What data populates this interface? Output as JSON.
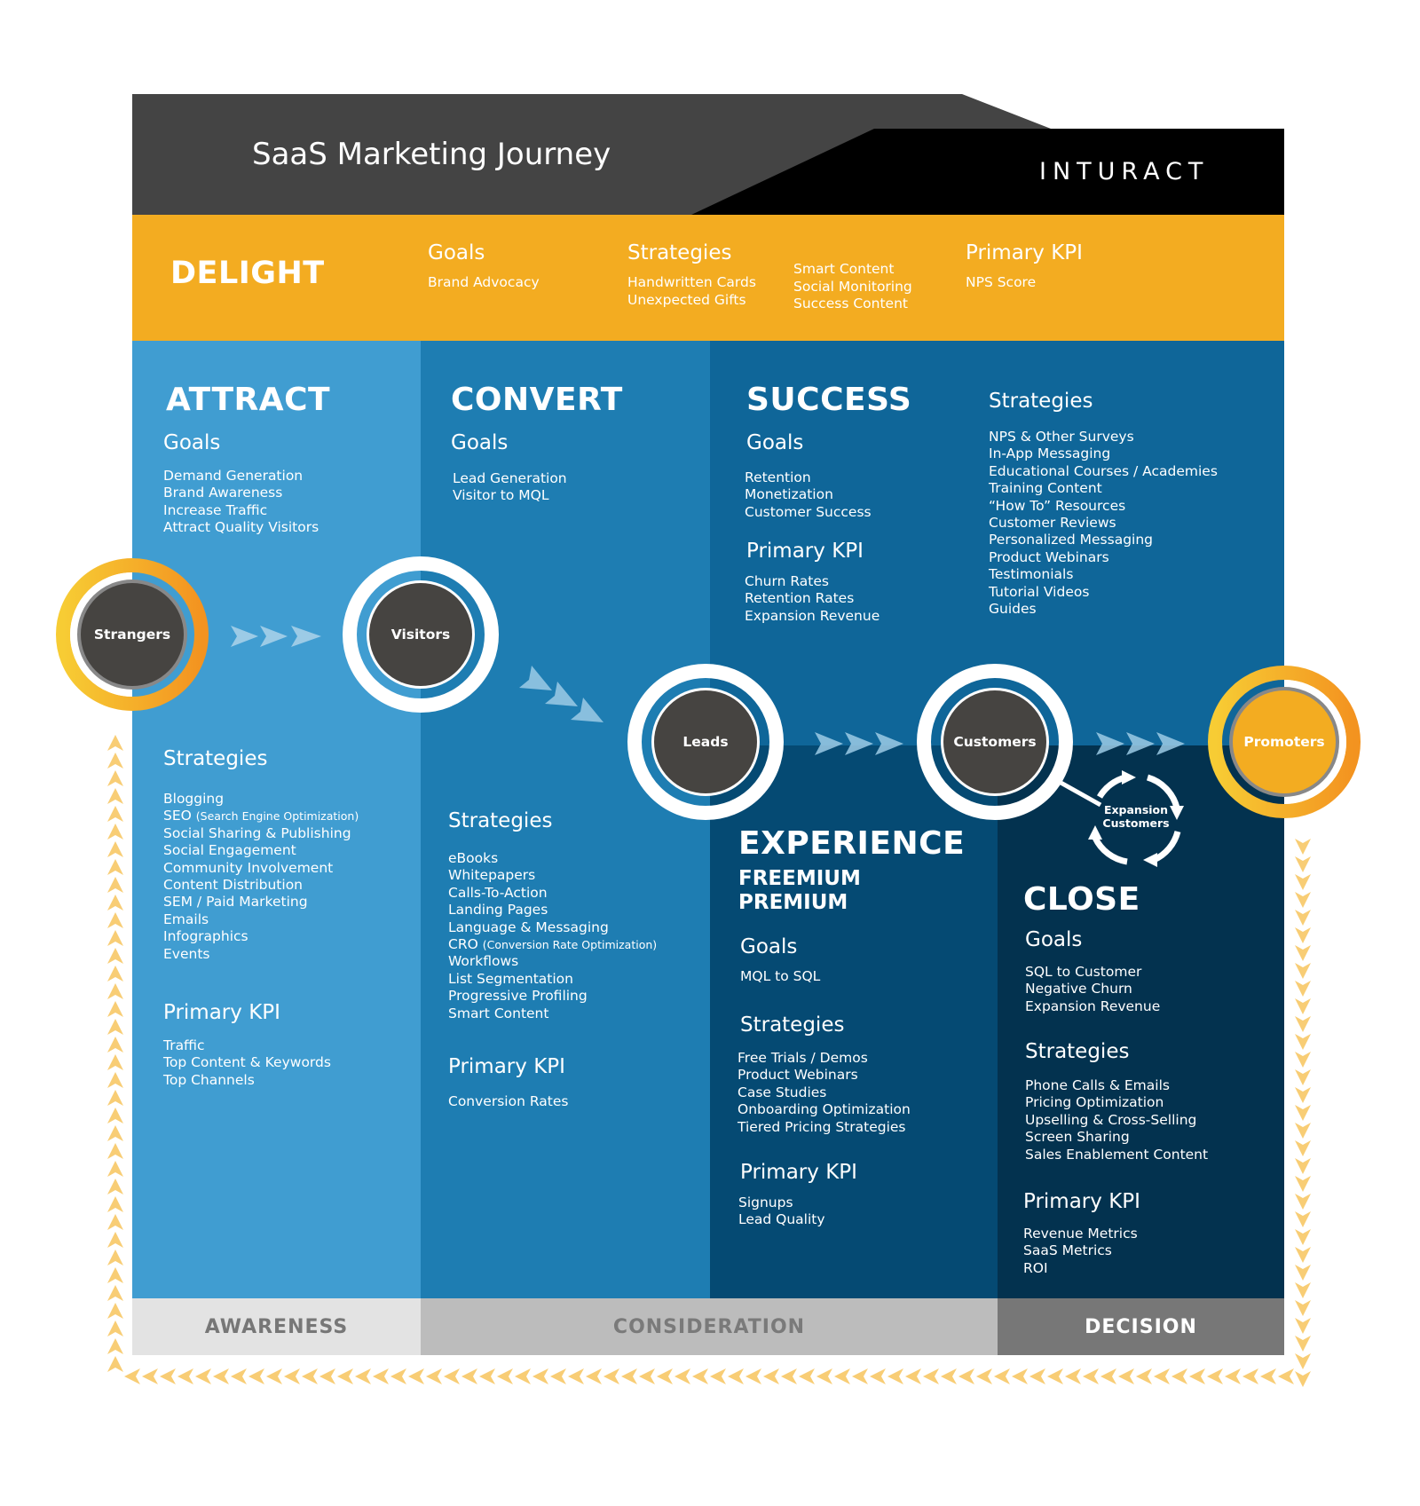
{
  "header": {
    "title": "SaaS Marketing Journey",
    "brand": "INTURACT"
  },
  "delight": {
    "label": "DELIGHT",
    "goals_title": "Goals",
    "goals": [
      "Brand Advocacy"
    ],
    "strategies_title": "Strategies",
    "strategies_col1": [
      "Handwritten Cards",
      "Unexpected Gifts"
    ],
    "strategies_col2": [
      "Smart Content",
      "Social Monitoring",
      "Success Content"
    ],
    "kpi_title": "Primary KPI",
    "kpi": [
      "NPS Score"
    ]
  },
  "attract": {
    "label": "ATTRACT",
    "goals_title": "Goals",
    "goals": [
      "Demand Generation",
      "Brand Awareness",
      "Increase Traffic",
      "Attract Quality Visitors"
    ],
    "strategies_title": "Strategies",
    "strategies": [
      {
        "main": "Blogging",
        "note": ""
      },
      {
        "main": "SEO",
        "note": "(Search Engine Optimization)"
      },
      {
        "main": "Social Sharing & Publishing",
        "note": ""
      },
      {
        "main": "Social Engagement",
        "note": ""
      },
      {
        "main": "Community Involvement",
        "note": ""
      },
      {
        "main": "Content Distribution",
        "note": ""
      },
      {
        "main": "SEM / Paid Marketing",
        "note": ""
      },
      {
        "main": "Emails",
        "note": ""
      },
      {
        "main": "Infographics",
        "note": ""
      },
      {
        "main": "Events",
        "note": ""
      }
    ],
    "kpi_title": "Primary KPI",
    "kpi": [
      "Traffic",
      "Top Content & Keywords",
      "Top Channels"
    ]
  },
  "convert": {
    "label": "CONVERT",
    "goals_title": "Goals",
    "goals": [
      "Lead Generation",
      "Visitor to MQL"
    ],
    "strategies_title": "Strategies",
    "strategies": [
      {
        "main": "eBooks",
        "note": ""
      },
      {
        "main": "Whitepapers",
        "note": ""
      },
      {
        "main": "Calls-To-Action",
        "note": ""
      },
      {
        "main": "Landing Pages",
        "note": ""
      },
      {
        "main": "Language & Messaging",
        "note": ""
      },
      {
        "main": "CRO",
        "note": "(Conversion Rate Optimization)"
      },
      {
        "main": "Workflows",
        "note": ""
      },
      {
        "main": "List Segmentation",
        "note": ""
      },
      {
        "main": "Progressive Profiling",
        "note": ""
      },
      {
        "main": "Smart Content",
        "note": ""
      }
    ],
    "kpi_title": "Primary KPI",
    "kpi": [
      "Conversion Rates"
    ]
  },
  "success": {
    "label": "SUCCESS",
    "goals_title": "Goals",
    "goals": [
      "Retention",
      "Monetization",
      "Customer Success"
    ],
    "kpi_title": "Primary KPI",
    "kpi": [
      "Churn Rates",
      "Retention Rates",
      "Expansion Revenue"
    ],
    "strategies_title": "Strategies",
    "strategies": [
      "NPS & Other Surveys",
      "In-App Messaging",
      "Educational Courses / Academies",
      "Training Content",
      "“How To” Resources",
      "Customer Reviews",
      "Personalized Messaging",
      "Product Webinars",
      "Testimonials",
      "Tutorial Videos",
      "Guides"
    ]
  },
  "experience": {
    "label": "EXPERIENCE",
    "tiers": [
      "FREEMIUM",
      "PREMIUM"
    ],
    "goals_title": "Goals",
    "goals": [
      "MQL to SQL"
    ],
    "strategies_title": "Strategies",
    "strategies": [
      "Free Trials / Demos",
      "Product Webinars",
      "Case Studies",
      "Onboarding Optimization",
      "Tiered Pricing Strategies"
    ],
    "kpi_title": "Primary KPI",
    "kpi": [
      "Signups",
      "Lead Quality"
    ]
  },
  "close": {
    "label": "CLOSE",
    "goals_title": "Goals",
    "goals": [
      "SQL to Customer",
      "Negative Churn",
      "Expansion Revenue"
    ],
    "strategies_title": "Strategies",
    "strategies": [
      "Phone Calls & Emails",
      "Pricing Optimization",
      "Upselling & Cross-Selling",
      "Screen Sharing",
      "Sales Enablement Content"
    ],
    "kpi_title": "Primary KPI",
    "kpi": [
      "Revenue Metrics",
      "SaaS Metrics",
      "ROI"
    ]
  },
  "nodes": {
    "strangers": "Strangers",
    "visitors": "Visitors",
    "leads": "Leads",
    "customers": "Customers",
    "promoters": "Promoters",
    "expansion_line1": "Expansion",
    "expansion_line2": "Customers"
  },
  "stages": {
    "awareness": "AWARENESS",
    "consideration": "CONSIDERATION",
    "decision": "DECISION"
  },
  "colors": {
    "header_gray": "#444444",
    "header_black": "#000000",
    "delight": "#f3ac21",
    "attract": "#409dd1",
    "convert": "#1e7db2",
    "success": "#0f6699",
    "experience": "#054a73",
    "close": "#03324f",
    "node_dark": "#464441",
    "promoter": "#f3ac21",
    "loop_arrow": "#f8cd75",
    "flow_arrow": "#9ccbe6"
  }
}
